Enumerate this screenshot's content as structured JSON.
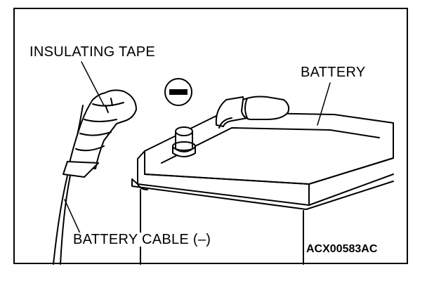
{
  "labels": {
    "insulating_tape": "INSULATING TAPE",
    "battery": "BATTERY",
    "battery_cable": "BATTERY CABLE (–)",
    "figure_code": "ACX00583AC"
  },
  "negative_symbol": "minus-symbol"
}
